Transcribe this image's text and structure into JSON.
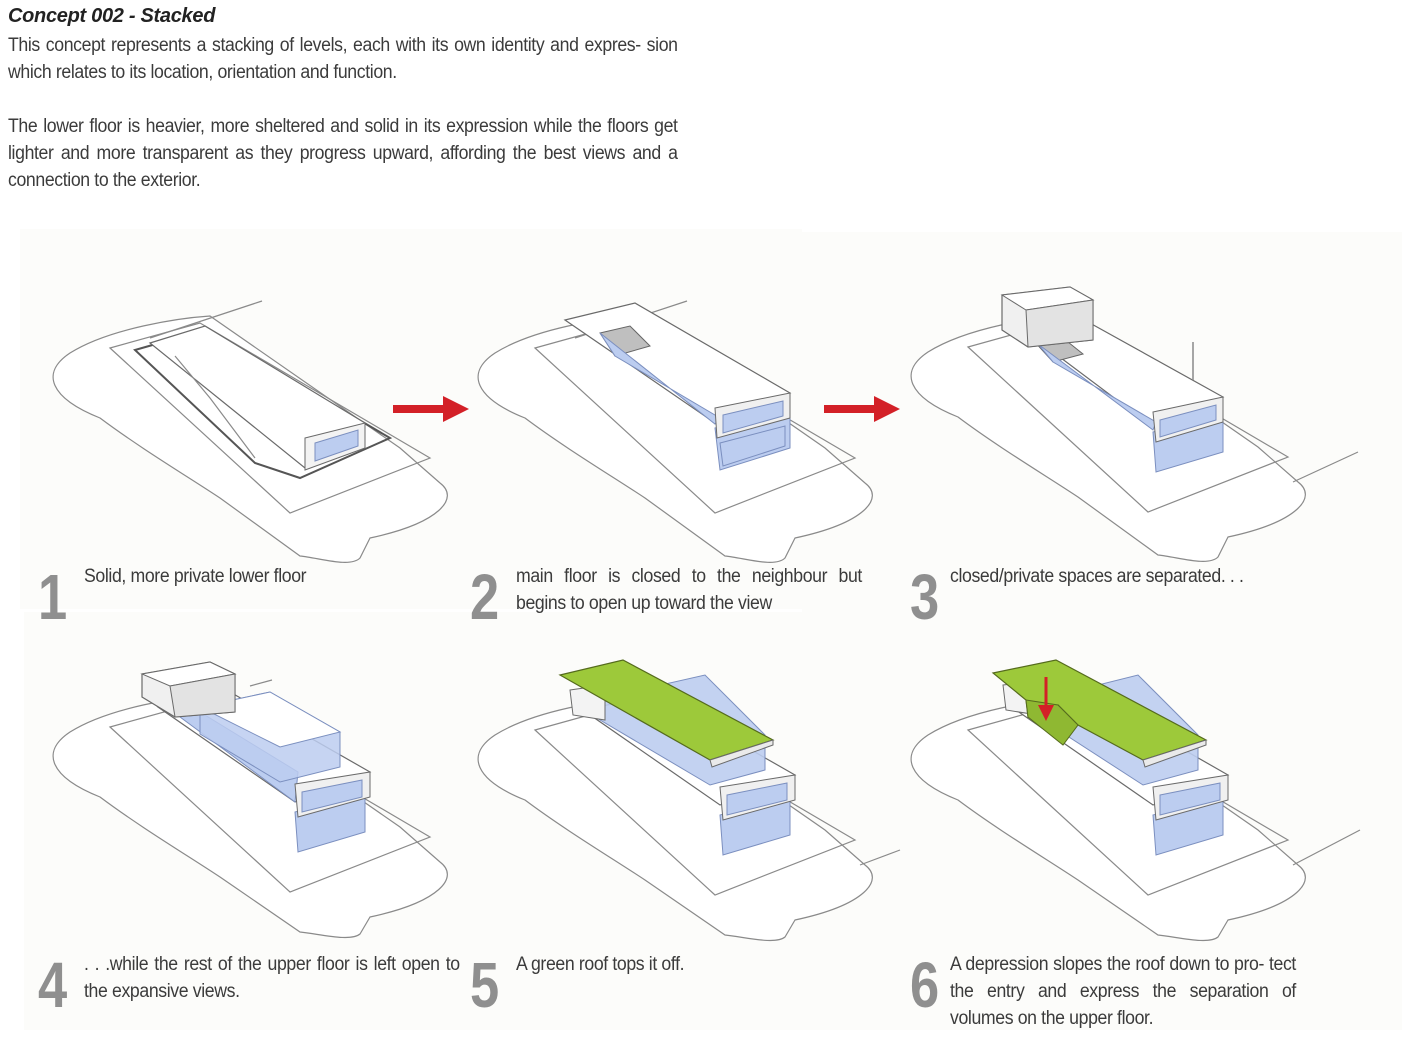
{
  "header": {
    "title": "Concept 002 - Stacked",
    "paragraph_1": "This concept represents a stacking of levels, each with its own identity and expres- sion which relates to its location, orientation and function.",
    "paragraph_2": "The lower floor is heavier, more sheltered and solid in its expression while the floors get lighter and more transparent as they progress upward, affording the best views and a connection to the exterior."
  },
  "steps": [
    {
      "number": "1",
      "text": "Solid, more private lower floor"
    },
    {
      "number": "2",
      "text": "main floor is closed to the neighbour but begins to open up toward the view"
    },
    {
      "number": "3",
      "text": "closed/private spaces are separated. . ."
    },
    {
      "number": "4",
      "text": ". . .while the rest of the upper floor is left open to the expansive views."
    },
    {
      "number": "5",
      "text": "A green roof tops it off."
    },
    {
      "number": "6",
      "text": "A depression slopes the roof down to pro- tect the entry and express the separation of volumes on the upper floor."
    }
  ],
  "colors": {
    "glass": "#bccdf0",
    "glass_dark": "#9db3e6",
    "green_roof": "#9dc93a",
    "arrow_red": "#d32027",
    "line": "#7a7a7a",
    "number_gray": "#8f8f8f"
  },
  "icons": {
    "step_arrow": "right-arrow-icon",
    "roof_arrow": "down-arrow-icon"
  }
}
